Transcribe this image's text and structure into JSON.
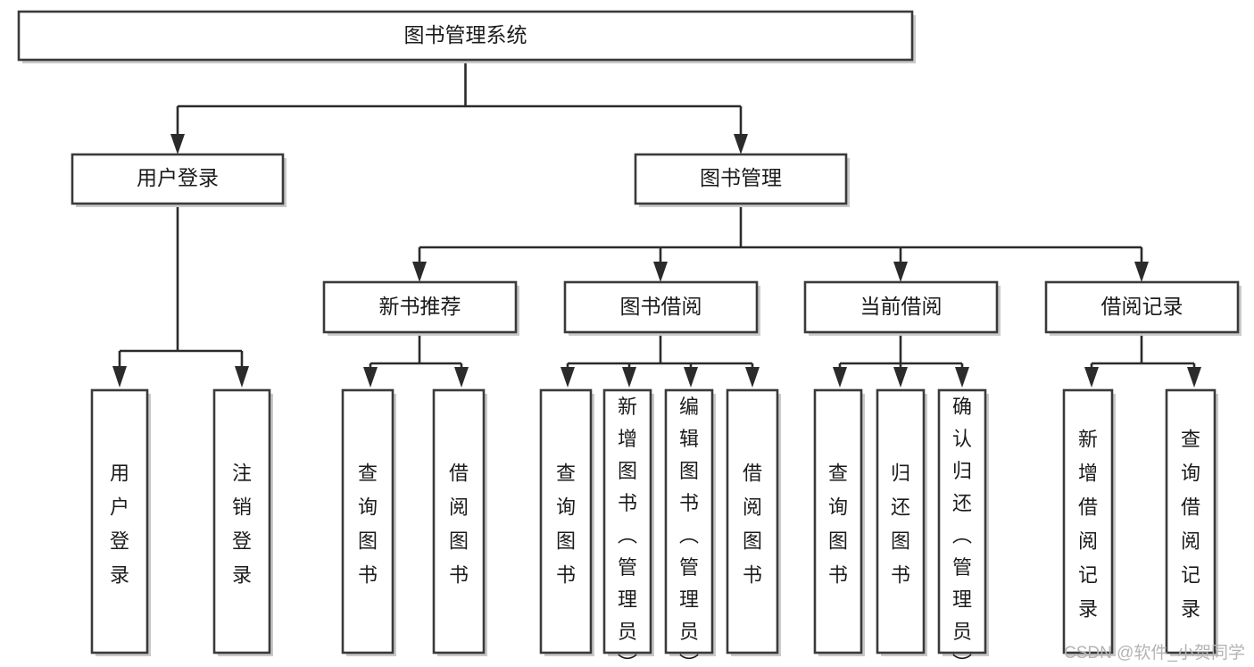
{
  "diagram": {
    "title": "图书管理系统",
    "watermark": "CSDN @软件_小贺同学",
    "colors": {
      "box_stroke": "#3a3a3a",
      "box_fill": "#ffffff",
      "connector": "#2b2b2b",
      "text": "#1b1b1b",
      "watermark": "#b4b4b4",
      "background": "#ffffff"
    },
    "root": {
      "label": "图书管理系统"
    },
    "level1": [
      {
        "id": "user-login",
        "label": "用户登录"
      },
      {
        "id": "book-management",
        "label": "图书管理"
      }
    ],
    "level2": [
      {
        "id": "new-book-recommend",
        "label": "新书推荐",
        "parent": "book-management"
      },
      {
        "id": "book-borrow",
        "label": "图书借阅",
        "parent": "book-management"
      },
      {
        "id": "current-borrow",
        "label": "当前借阅",
        "parent": "book-management"
      },
      {
        "id": "borrow-record",
        "label": "借阅记录",
        "parent": "book-management"
      }
    ],
    "leaves": {
      "user-login": [
        {
          "id": "leaf-user-login",
          "label": "用户登录"
        },
        {
          "id": "leaf-user-logout",
          "label": "注销登录"
        }
      ],
      "new-book-recommend": [
        {
          "id": "leaf-query-book-1",
          "label": "查询图书"
        },
        {
          "id": "leaf-borrow-book-1",
          "label": "借阅图书"
        }
      ],
      "book-borrow": [
        {
          "id": "leaf-query-book-2",
          "label": "查询图书"
        },
        {
          "id": "leaf-add-book",
          "label": "新增图书（管理员）"
        },
        {
          "id": "leaf-edit-book",
          "label": "编辑图书（管理员）"
        },
        {
          "id": "leaf-borrow-book-2",
          "label": "借阅图书"
        }
      ],
      "current-borrow": [
        {
          "id": "leaf-query-book-3",
          "label": "查询图书"
        },
        {
          "id": "leaf-return-book",
          "label": "归还图书"
        },
        {
          "id": "leaf-confirm-return",
          "label": "确认归还（管理员）"
        }
      ],
      "borrow-record": [
        {
          "id": "leaf-add-record",
          "label": "新增借阅记录"
        },
        {
          "id": "leaf-query-record",
          "label": "查询借阅记录"
        }
      ]
    }
  }
}
